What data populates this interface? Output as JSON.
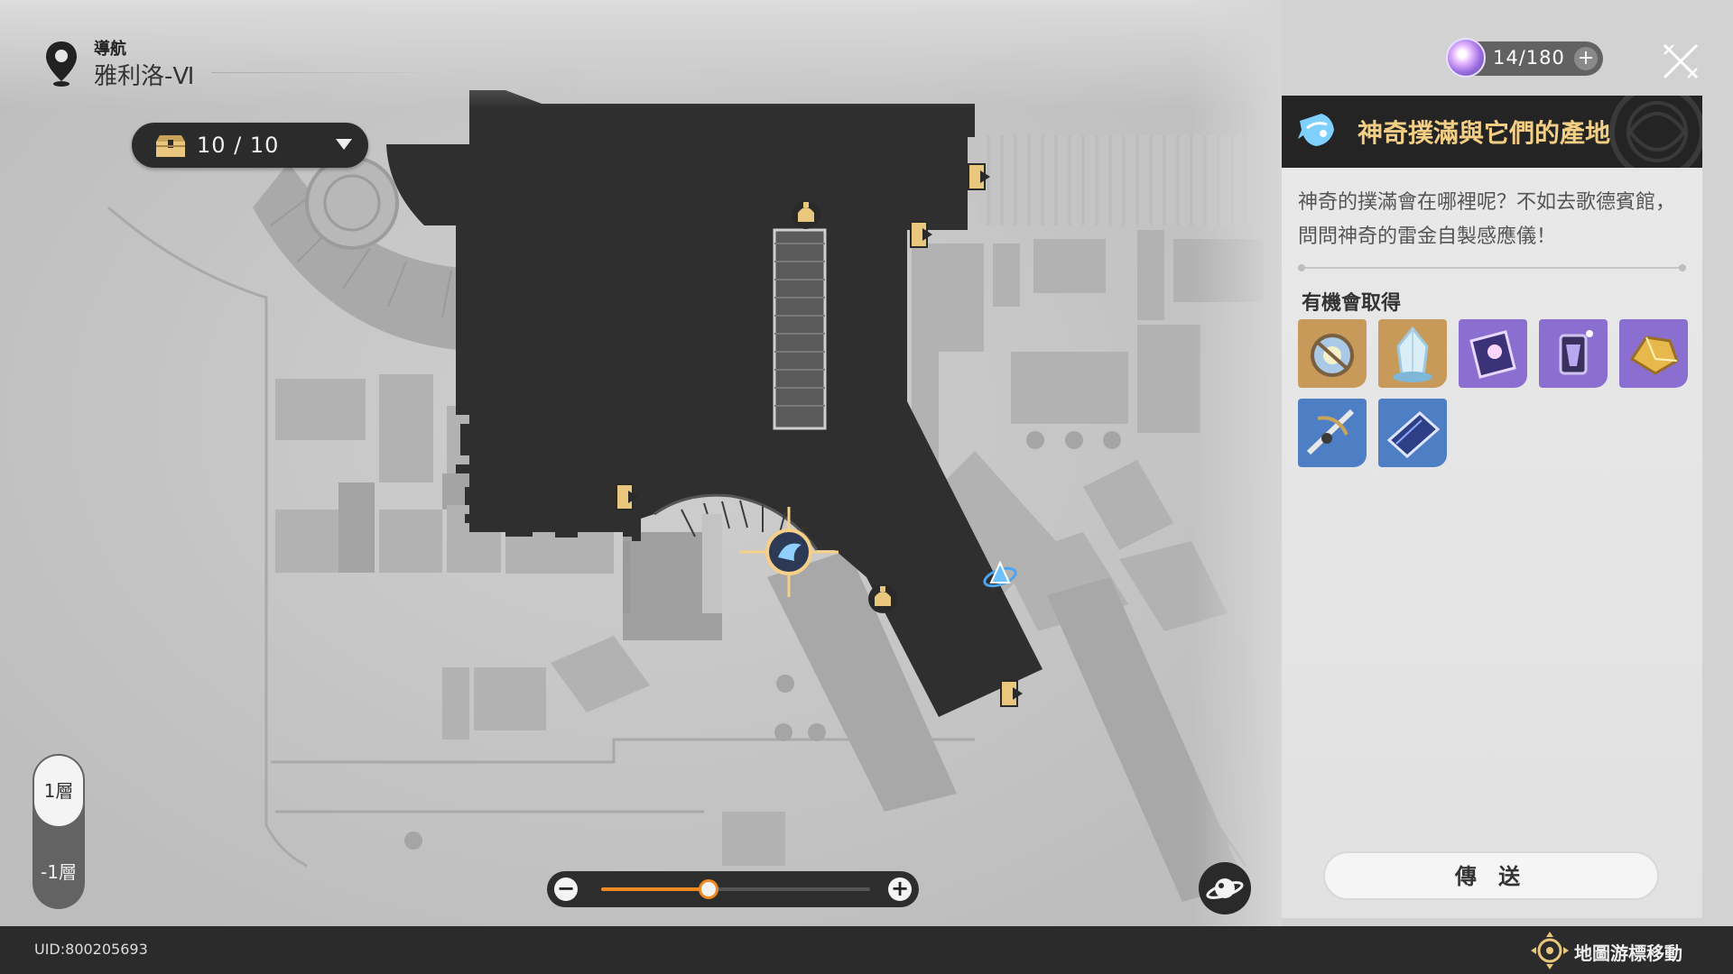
{
  "header": {
    "nav_label": "導航",
    "location": "雅利洛-Ⅵ"
  },
  "chest_counter": {
    "text": "10 / 10"
  },
  "trailblaze_power": {
    "value": "14/180",
    "plus": "+"
  },
  "quest_panel": {
    "title": "神奇撲滿與它們的產地",
    "description": "神奇的撲滿會在哪裡呢？不如去歌德賓館，問問神奇的雷金自製感應儀！",
    "rewards_label": "有機會取得",
    "rewards": [
      {
        "icon": "star-orb-icon",
        "rarity_color": "#c79a5a"
      },
      {
        "icon": "crystal-icon",
        "rarity_color": "#c79a5a"
      },
      {
        "icon": "purple-book-icon",
        "rarity_color": "#8b6fd0"
      },
      {
        "icon": "purple-lantern-icon",
        "rarity_color": "#8b6fd0"
      },
      {
        "icon": "gold-ore-icon",
        "rarity_color": "#8b6fd0"
      },
      {
        "icon": "blue-weapon-icon",
        "rarity_color": "#4e7fc4"
      },
      {
        "icon": "blue-book-icon",
        "rarity_color": "#4e7fc4"
      }
    ],
    "teleport_label": "傳 送"
  },
  "floor_switch": {
    "floors": [
      "1層",
      "-1層"
    ],
    "selected": "1層"
  },
  "zoom": {
    "minus": "−",
    "plus": "+",
    "level_fraction": 0.4
  },
  "footer": {
    "uid": "UID:800205693",
    "cursor_hint": "地圖游標移動"
  },
  "colors": {
    "accent_orange": "#f08a22",
    "quest_title_gold": "#f2cf85",
    "map_area_dark": "#2e2e2e",
    "marker_gold": "#e9c77c"
  }
}
